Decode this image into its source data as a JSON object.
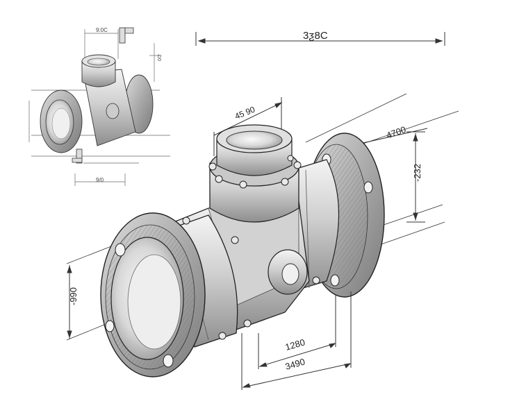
{
  "drawing": {
    "main_view": {
      "dimensions": {
        "overall_length": "3ƺ8C",
        "top_port_length": "45 90",
        "diagonal_length": "4700",
        "height_right": "-232",
        "left_flange_height": "-990",
        "bottom_inner": "1280",
        "bottom_outer": "3490"
      }
    },
    "inset_view": {
      "dimensions": {
        "top": "9:0C",
        "right_vertical": "0/2",
        "bottom": "9/0"
      }
    }
  }
}
